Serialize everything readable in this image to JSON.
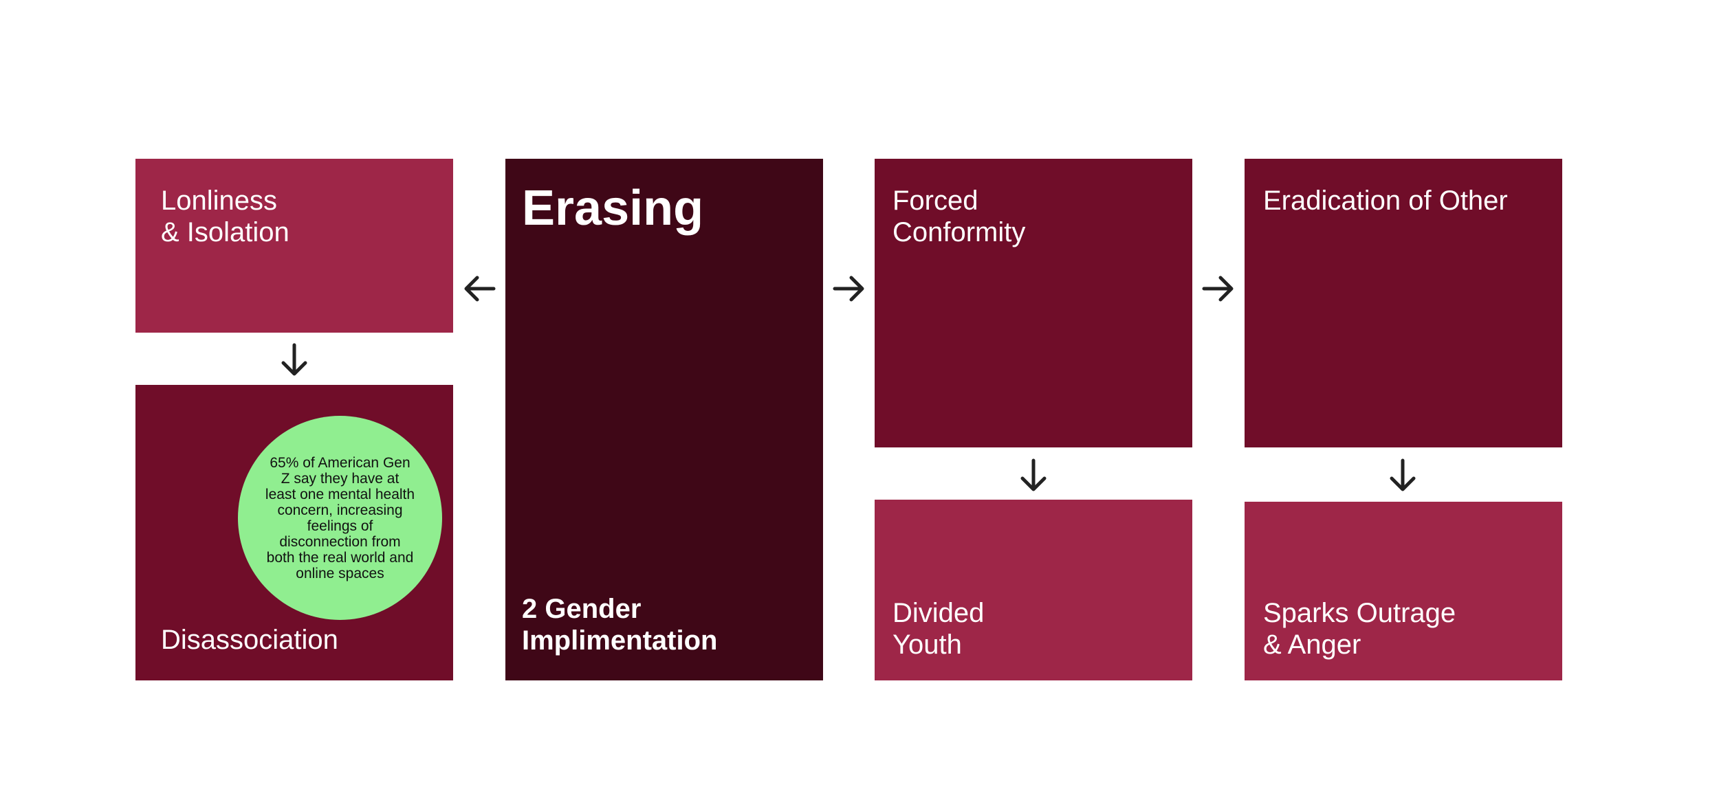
{
  "colors": {
    "light_box": "#9e2648",
    "mid_box": "#700d29",
    "dark_box": "#3f0717",
    "circle": "#90ee90",
    "arrow": "#222222"
  },
  "center": {
    "title": "Erasing",
    "subtitle": "2 Gender\nImplimentation"
  },
  "left": {
    "top_label": "Lonliness\n& Isolation",
    "bottom_label": "Disassociation",
    "callout": "65% of American Gen Z say they have at least one mental health concern, increasing feelings of disconnection from both the real world and online spaces"
  },
  "right1": {
    "top_label": "Forced\nConformity",
    "bottom_label": "Divided\nYouth"
  },
  "right2": {
    "top_label": "Eradication of Other",
    "bottom_label": "Sparks Outrage\n& Anger"
  },
  "icons": {
    "arrow_left": "arrow-left-icon",
    "arrow_right": "arrow-right-icon",
    "arrow_down": "arrow-down-icon"
  }
}
